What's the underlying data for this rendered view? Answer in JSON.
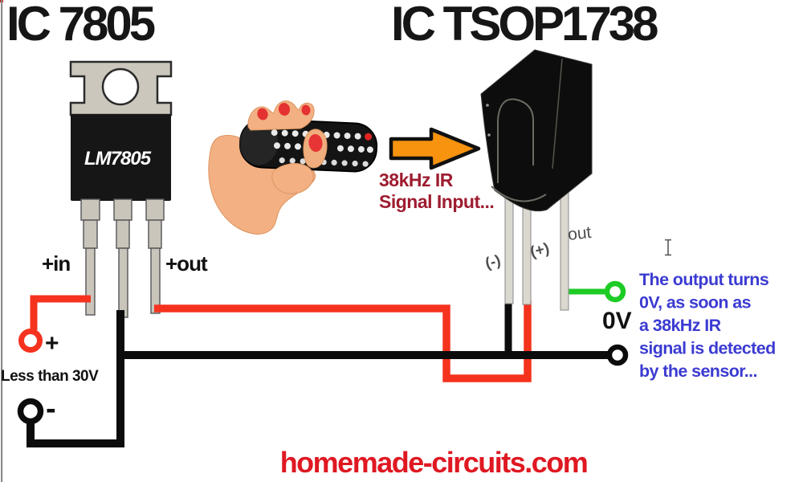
{
  "titles": {
    "left": "IC 7805",
    "right": "IC TSOP1738"
  },
  "regulator": {
    "part_label": "LM7805",
    "pin_in_label": "+in",
    "pin_out_label": "+out"
  },
  "supply": {
    "positive_symbol": "+",
    "negative_symbol": "-",
    "voltage_note": "Less than 30V"
  },
  "ir_input": {
    "caption_line1": "38kHz IR",
    "caption_line2": "Signal Input..."
  },
  "sensor": {
    "pin_negative_label": "(-)",
    "pin_positive_label": "(+)",
    "pin_out_label": "out",
    "output_level_label": "0V"
  },
  "callout": {
    "lines": [
      "The output turns",
      "0V, as soon as",
      "a 38kHz IR",
      "signal is detected",
      "by the sensor..."
    ]
  },
  "footer": {
    "website": "homemade-circuits.com"
  },
  "colors": {
    "wire_red": "#f5321e",
    "wire_black": "#0c0c0c",
    "wire_green": "#1dcb25",
    "arrow_orange": "#f7930f",
    "caption_crimson": "#9e1c30",
    "callout_blue": "#3b3bd2",
    "footer_red": "#df1822",
    "title_black": "#161616",
    "pin_gray": "#4e4e4e"
  }
}
